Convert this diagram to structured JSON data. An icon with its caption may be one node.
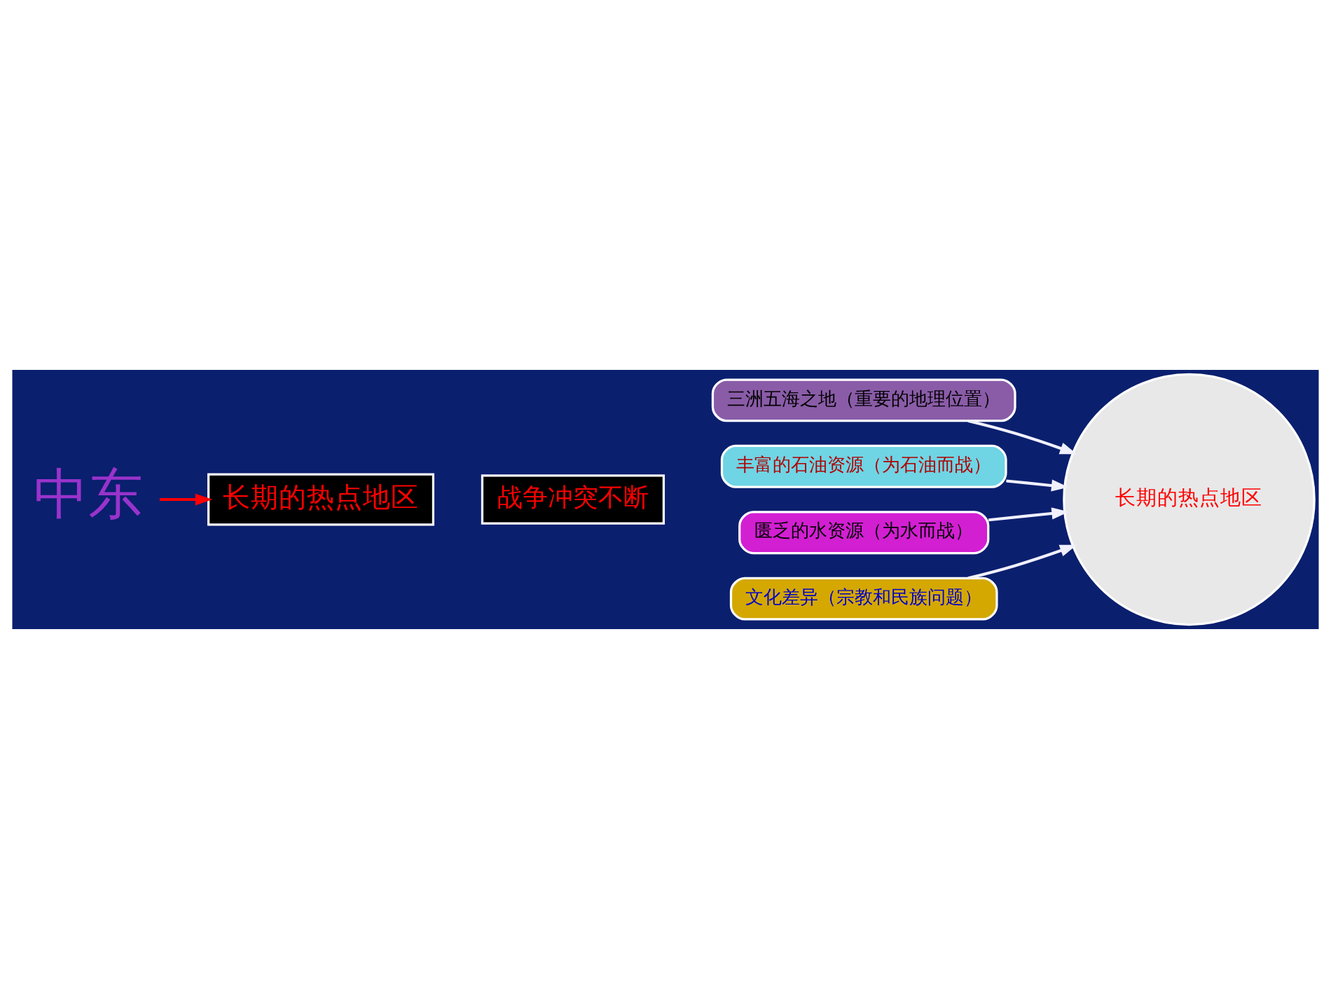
{
  "diagram": {
    "nodes": [
      {
        "text": [
          "中东"
        ]
      },
      {
        "text": [
          "长期的热点地区"
        ]
      },
      {
        "text": [
          "战争冲突不断"
        ]
      },
      {
        "text": [
          "三洲五海之地（重要的地理位置）"
        ]
      },
      {
        "text": [
          "丰富的石油资源（为石油而战）"
        ]
      },
      {
        "text": [
          "匮乏的水资源（为水而战）"
        ]
      },
      {
        "text": [
          "文化差异（宗教和民族问题）"
        ]
      },
      {
        "text": [
          "长期的热点地区"
        ]
      }
    ],
    "edges": [
      {
        "from": 0,
        "to": 1,
        "arrow": "to",
        "color": "#ff0000"
      },
      {
        "from": 3,
        "to": 7,
        "arrow": "to"
      },
      {
        "from": 4,
        "to": 7,
        "arrow": "to"
      },
      {
        "from": 5,
        "to": 7,
        "arrow": "to"
      },
      {
        "from": 6,
        "to": 7,
        "arrow": "to"
      }
    ]
  }
}
